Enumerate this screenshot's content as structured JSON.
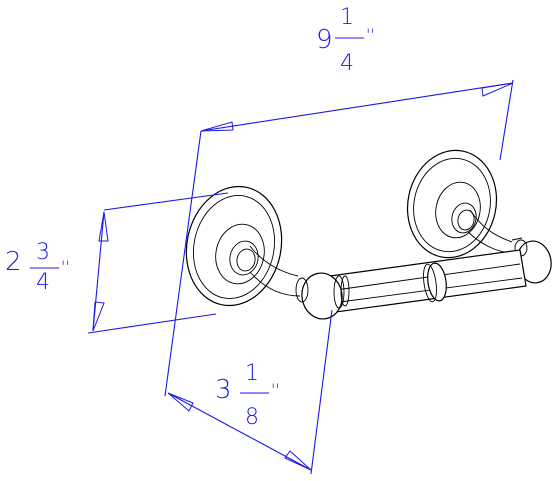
{
  "colors": {
    "dimension": "#1a1ae6",
    "drawing": "#000000",
    "background": "#ffffff"
  },
  "dimensions": {
    "width": {
      "whole": "9",
      "num": "1",
      "den": "4",
      "unit": "''"
    },
    "height": {
      "whole": "2",
      "num": "3",
      "den": "4",
      "unit": "''"
    },
    "depth": {
      "whole": "3",
      "num": "1",
      "den": "8",
      "unit": "''"
    }
  }
}
